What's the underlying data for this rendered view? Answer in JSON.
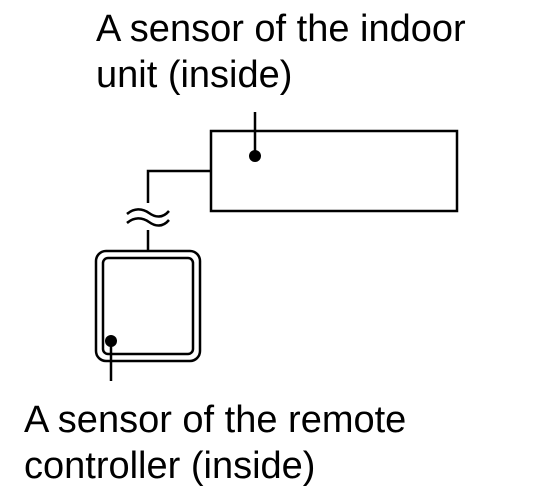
{
  "labels": {
    "indoor_sensor": {
      "line1": "A sensor of the indoor",
      "line2": "unit (inside)"
    },
    "remote_sensor": {
      "line1": "A sensor of the remote",
      "line2": "controller (inside)"
    }
  },
  "colors": {
    "line": "#000000",
    "background": "#ffffff"
  }
}
